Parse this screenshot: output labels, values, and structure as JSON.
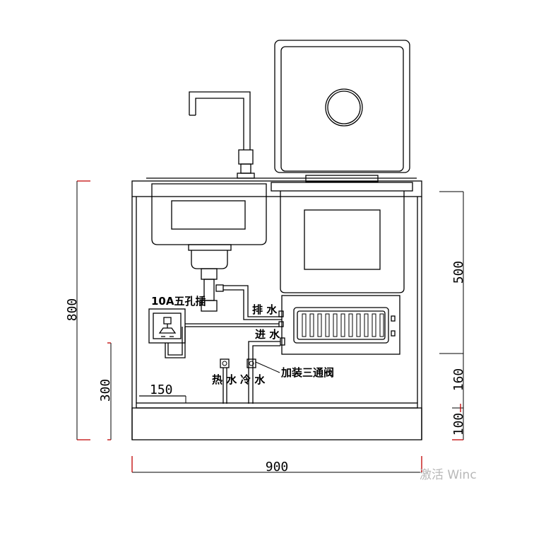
{
  "labels": {
    "socket": "10A五孔插",
    "drain": "排 水",
    "inlet": "进 水",
    "hot_water": "热 水",
    "cold_water": "冷 水",
    "valve": "加装三通阀"
  },
  "dimensions": {
    "total_height": "800",
    "lower_height": "300",
    "upper_right": "500",
    "mid_right": "160",
    "bottom_right": "100",
    "total_width": "900",
    "ledge": "150"
  },
  "watermark": "激活 Winc",
  "colors": {
    "line": "#000000",
    "dimension_tick": "#c00000",
    "watermark": "#b8b8b8"
  }
}
